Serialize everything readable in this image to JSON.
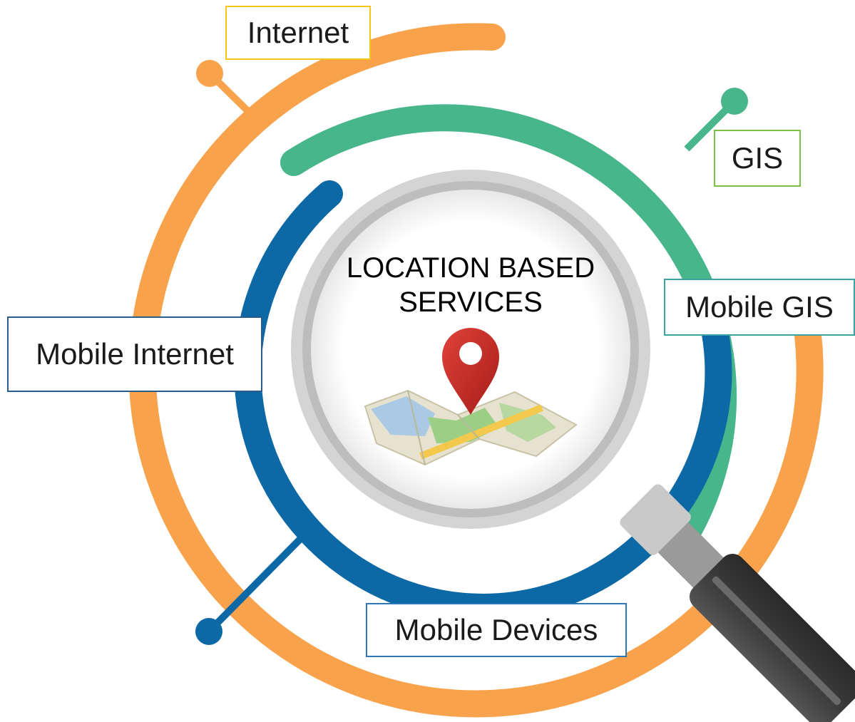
{
  "center_title": {
    "line1": "LOCATION BASED",
    "line2": "SERVICES"
  },
  "labels": {
    "internet": "Internet",
    "gis": "GIS",
    "mobile_gis": "Mobile GIS",
    "mobile_internet": "Mobile Internet",
    "mobile_devices": "Mobile Devices"
  },
  "colors": {
    "orange": "#f9a24c",
    "green": "#47b68a",
    "blue": "#0d68a6",
    "internet_border": "#f5c518",
    "gis_border": "#7cc242",
    "mobile_gis_border": "#3aa4a4",
    "mobile_internet_border": "#2b5b8a",
    "mobile_devices_border": "#2b77b8"
  },
  "icons": [
    "magnifying-glass-icon",
    "map-pin-icon",
    "folded-map-icon"
  ]
}
